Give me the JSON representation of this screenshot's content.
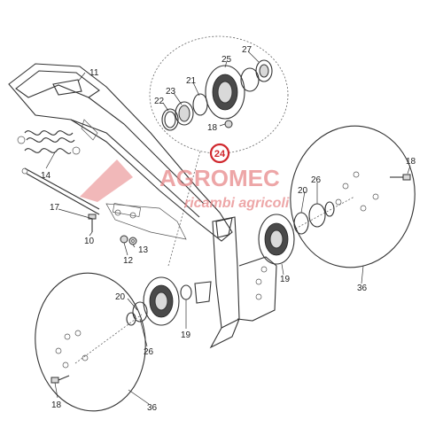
{
  "brand": {
    "watermark_main": "AGROMEC",
    "watermark_sub": "ricambi agricoli",
    "color": "#e0474c"
  },
  "highlight": {
    "label": "24",
    "color": "#d0282e"
  },
  "callouts": {
    "c11": "11",
    "c14": "14",
    "c17": "17",
    "c10": "10",
    "c12": "12",
    "c13": "13",
    "c20a": "20",
    "c26a": "26",
    "c19a": "19",
    "c18a": "18",
    "c36a": "36",
    "c22": "22",
    "c23": "23",
    "c21": "21",
    "c25": "25",
    "c27": "27",
    "c18b": "18",
    "c18c": "18",
    "c20b": "20",
    "c26b": "26",
    "c19b": "19",
    "c36b": "36"
  }
}
